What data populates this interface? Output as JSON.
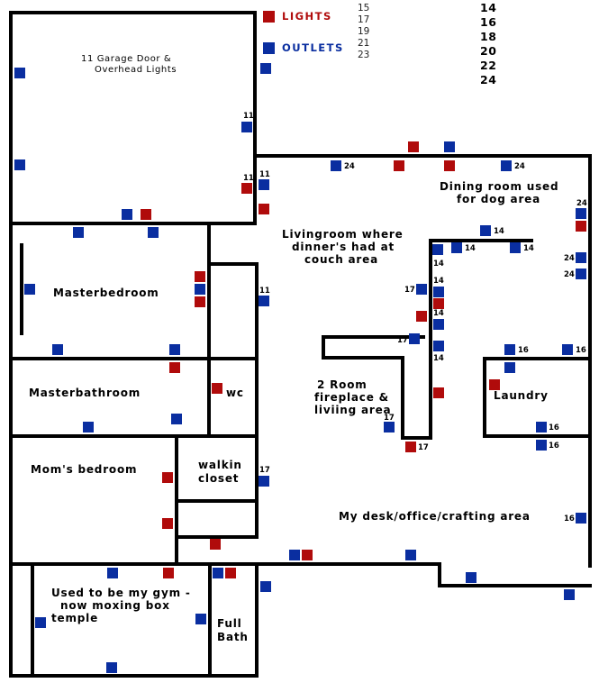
{
  "legend": {
    "lights_label": "LIGHTS",
    "outlets_label": "OUTLETS",
    "lights_color": "#b00b0b",
    "outlets_color": "#0a2ea0"
  },
  "circuits": {
    "left": [
      "15",
      "17",
      "19",
      "21",
      "23"
    ],
    "right": [
      "14",
      "16",
      "18",
      "20",
      "22",
      "24"
    ]
  },
  "rooms": {
    "garage": [
      "11 Garage Door &",
      "Overhead Lights"
    ],
    "dining": [
      "Dining room used",
      "for dog area"
    ],
    "living": [
      "Livingroom where",
      "dinner's had at",
      "couch area"
    ],
    "master_bedroom": "Masterbedroom",
    "master_bathroom": "Masterbathroom",
    "wc": "wc",
    "moms_bedroom": "Mom's bedroom",
    "walkin_closet": [
      "walkin",
      "closet"
    ],
    "fireplace": [
      "2 Room",
      "fireplace &",
      "liviing area"
    ],
    "laundry": "Laundry",
    "office": "My desk/office/crafting area",
    "gym": [
      "Used to be my gym -",
      "now moxing box",
      "temple"
    ],
    "full_bath": [
      "Full",
      "Bath"
    ]
  },
  "fixture_labels": {
    "garage_right_upper": "11",
    "garage_right_lower": "11",
    "hall_top": "11",
    "dining_top_right": "24",
    "dining_right_upper": "24",
    "dining_right_mid": "24",
    "dining_right_lower": "24",
    "hall_masterbed": "11",
    "hall_walkin": "17",
    "wall_top_a": "14",
    "wall_top_b": "14",
    "wall_top_c": "14",
    "wall_corner": "14",
    "wall_left_17": "17",
    "wall_col_a": "14",
    "wall_col_b": "14",
    "wall_col_c": "14",
    "chimney_17": "17",
    "fireplace_17": "17",
    "fireplace_bottom_17": "17",
    "laundry_top_left": "16",
    "laundry_top_right": "16",
    "laundry_bottom_a": "16",
    "laundry_bottom_b": "16",
    "office_right": "16"
  }
}
